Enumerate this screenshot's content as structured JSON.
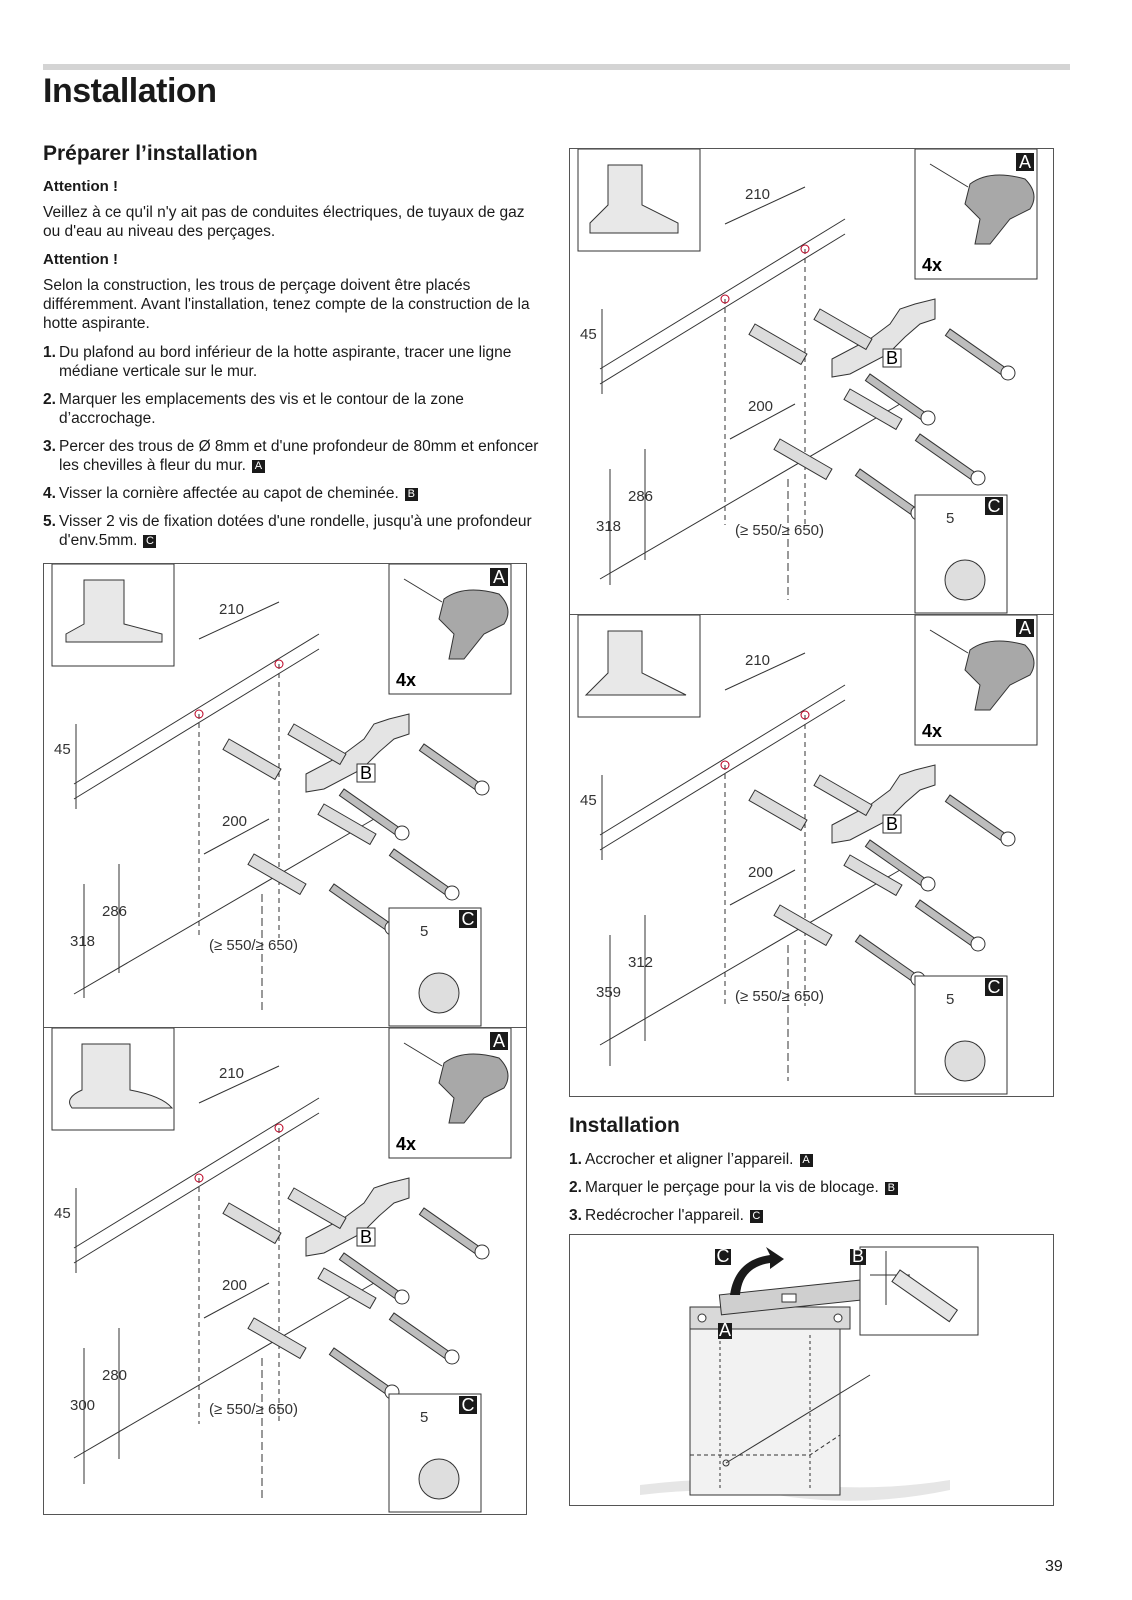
{
  "page": {
    "title": "Installation",
    "page_number": "39"
  },
  "prep": {
    "heading": "Préparer l’installation",
    "attention1_label": "Attention !",
    "attention1_text": "Veillez à ce qu'il n'y ait pas de conduites électriques, de tuyaux de gaz ou d'eau au niveau des perçages.",
    "attention2_label": "Attention !",
    "attention2_text": "Selon la construction, les trous de perçage doivent être placés différemment. Avant l'installation, tenez compte de la construction de la hotte aspirante.",
    "steps": [
      {
        "num": "1.",
        "text": "Du plafond au bord inférieur de la hotte aspirante, tracer une ligne médiane verticale sur le mur.",
        "badge": ""
      },
      {
        "num": "2.",
        "text": "Marquer les emplacements des vis et le contour de la zone d’accrochage.",
        "badge": ""
      },
      {
        "num": "3.",
        "text": "Percer des trous de Ø 8mm et d'une profondeur de 80mm et enfoncer les chevilles à fleur du mur.",
        "badge": "A"
      },
      {
        "num": "4.",
        "text": "Visser la cornière affectée au capot de cheminée.",
        "badge": "B"
      },
      {
        "num": "5.",
        "text": "Visser 2 vis de fixation dotées d'une rondelle, jusqu'à une profondeur d'env.5mm.",
        "badge": "C"
      }
    ]
  },
  "install": {
    "heading": "Installation",
    "steps": [
      {
        "num": "1.",
        "text": "Accrocher et aligner l’appareil.",
        "badge": "A"
      },
      {
        "num": "2.",
        "text": "Marquer le perçage pour la vis de blocage.",
        "badge": "B"
      },
      {
        "num": "3.",
        "text": "Redécrocher l'appareil.",
        "badge": "C"
      }
    ]
  },
  "figures": {
    "fig1": {
      "w210": "210",
      "w200": "200",
      "h45": "45",
      "h_inner": "286",
      "h_outer": "318",
      "range": "(≥ 550/≥ 650)",
      "qty": "4x",
      "a": "A",
      "b": "B",
      "c": "C",
      "depth": "5"
    },
    "fig2": {
      "w210": "210",
      "w200": "200",
      "h45": "45",
      "h_inner": "280",
      "h_outer": "300",
      "range": "(≥ 550/≥ 650)",
      "qty": "4x",
      "a": "A",
      "b": "B",
      "c": "C",
      "depth": "5"
    },
    "fig3": {
      "w210": "210",
      "w200": "200",
      "h45": "45",
      "h_inner": "286",
      "h_outer": "318",
      "range": "(≥ 550/≥ 650)",
      "qty": "4x",
      "a": "A",
      "b": "B",
      "c": "C",
      "depth": "5"
    },
    "fig4": {
      "w210": "210",
      "w200": "200",
      "h45": "45",
      "h_inner": "312",
      "h_outer": "359",
      "range": "(≥ 550/≥ 650)",
      "qty": "4x",
      "a": "A",
      "b": "B",
      "c": "C",
      "depth": "5"
    },
    "fig5": {
      "a": "A",
      "b": "B",
      "c": "C"
    }
  }
}
